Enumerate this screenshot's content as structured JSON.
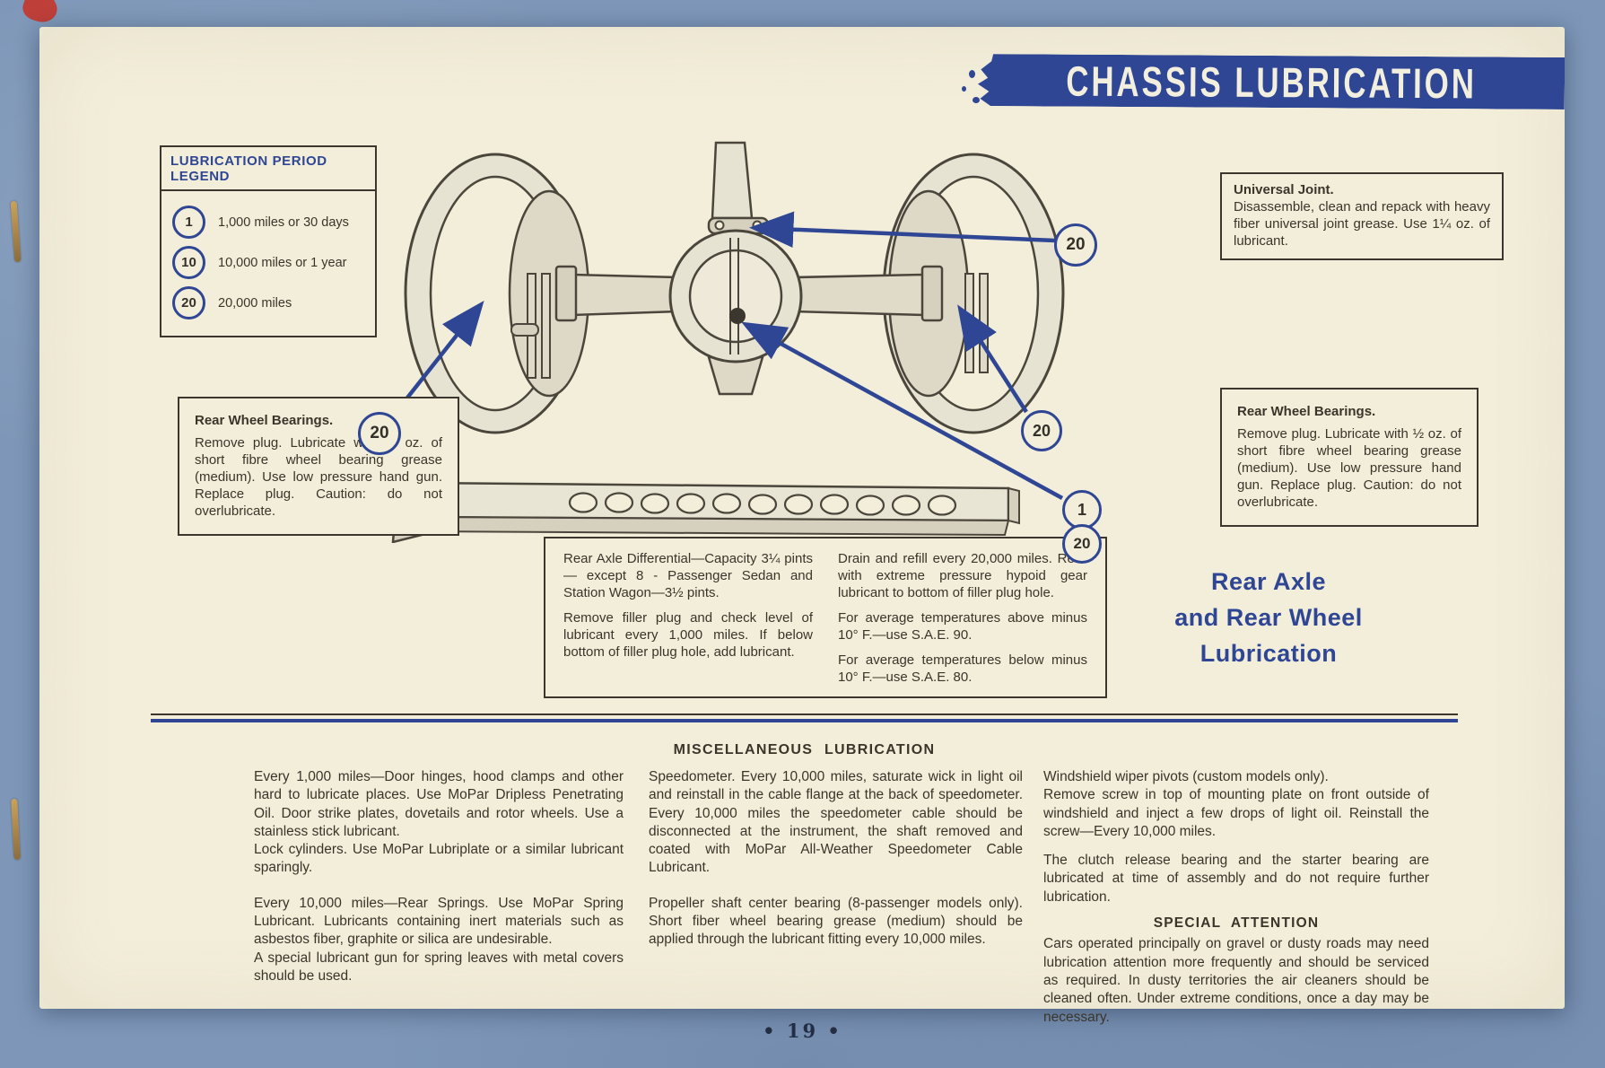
{
  "page": {
    "banner_title": "CHASSIS LUBRICATION",
    "footer": "• 19 •",
    "blue_heading": {
      "line1": "Rear Axle",
      "line2": "and Rear Wheel",
      "line3": "Lubrication"
    }
  },
  "colors": {
    "navy_accent": "#2f4694",
    "paper_cream": "#f3eeda",
    "ink": "#3a352b",
    "background_blue": "#7e97b8"
  },
  "legend": {
    "title": "LUBRICATION PERIOD LEGEND",
    "items": [
      {
        "symbol": "1",
        "label": "1,000 miles or 30 days"
      },
      {
        "symbol": "10",
        "label": "10,000 miles or 1 year"
      },
      {
        "symbol": "20",
        "label": "20,000 miles"
      }
    ]
  },
  "diagram": {
    "badges": [
      {
        "value": "20"
      },
      {
        "value": "20"
      },
      {
        "value": "20"
      },
      {
        "value": "1"
      },
      {
        "value": "20"
      }
    ]
  },
  "callouts": {
    "universal_joint": {
      "title": "Universal Joint.",
      "body": "Disassemble, clean and repack with heavy fiber universal joint grease. Use 1¼ oz. of lubricant."
    },
    "rear_wheel_left": {
      "title": "Rear Wheel Bearings.",
      "body": "Remove plug. Lubricate with ½ oz. of short fibre wheel bearing grease (medium). Use low pressure hand gun. Replace plug. Caution: do not overlubricate."
    },
    "rear_wheel_right": {
      "title": "Rear Wheel Bearings.",
      "body": "Remove plug. Lubricate with ½ oz. of short fibre wheel bearing grease (medium). Use low pressure hand gun. Replace plug. Caution: do not overlubricate."
    },
    "differential": {
      "col1": [
        "Rear Axle Differential—Capacity 3¼ pints — except 8 - Passenger Sedan and Station Wagon—3½ pints.",
        "Remove filler plug and check level of lubricant every 1,000 miles. If below bottom of filler plug hole, add lubricant."
      ],
      "col2": [
        "Drain and refill every 20,000 miles. Refill with extreme pressure hypoid gear lubricant to bottom of filler plug hole.",
        "For average temperatures above minus 10° F.—use S.A.E. 90.",
        "For average temperatures below minus 10° F.—use S.A.E. 80."
      ]
    }
  },
  "misc": {
    "title": "MISCELLANEOUS LUBRICATION",
    "col1": [
      "Every 1,000 miles—Door hinges, hood clamps and other hard to lubricate places. Use MoPar Dripless Penetrating Oil. Door strike plates, dovetails and rotor wheels. Use a stainless stick lubricant.",
      "Lock cylinders. Use MoPar Lubriplate or a similar lubricant sparingly.",
      "Every 10,000 miles—Rear Springs. Use MoPar Spring Lubricant. Lubricants containing inert materials such as asbestos fiber, graphite or silica are undesirable.",
      "A special lubricant gun for spring leaves with metal covers should be used."
    ],
    "col2": [
      "Speedometer. Every 10,000 miles, saturate wick in light oil and reinstall in the cable flange at the back of speedometer. Every 10,000 miles the speedometer cable should be disconnected at the instrument, the shaft removed and coated with MoPar All-Weather Speedometer Cable Lubricant.",
      "Propeller shaft center bearing (8-passenger models only). Short fiber wheel bearing grease (medium) should be applied through the lubricant fitting every 10,000 miles."
    ],
    "col3": [
      "Windshield wiper pivots (custom models only).",
      "Remove screw in top of mounting plate on front outside of windshield and inject a few drops of light oil. Reinstall the screw—Every 10,000 miles.",
      "The clutch release bearing and the starter bearing are lubricated at time of assembly and do not require further lubrication."
    ],
    "special_attention_title": "SPECIAL ATTENTION",
    "special_attention_body": "Cars operated principally on gravel or dusty roads may need lubrication attention more frequently and should be serviced as required. In dusty territories the air cleaners should be cleaned often. Under extreme conditions, once a day may be necessary."
  }
}
